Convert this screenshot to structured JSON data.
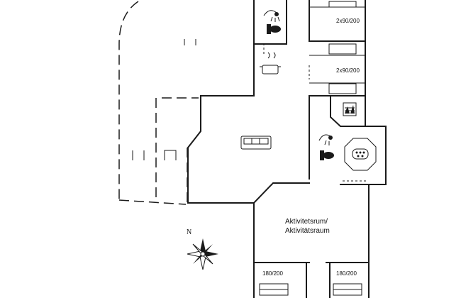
{
  "rooms": {
    "activity_room": {
      "line1": "Aktivitetsrum/",
      "line2": "Aktivitätsraum"
    }
  },
  "beds": {
    "bed_top_right_1": "2x90/200",
    "bed_top_right_2": "2x90/200",
    "bed_bottom_left": "180/200",
    "bed_bottom_right": "180/200"
  },
  "compass": {
    "north_label": "N"
  }
}
